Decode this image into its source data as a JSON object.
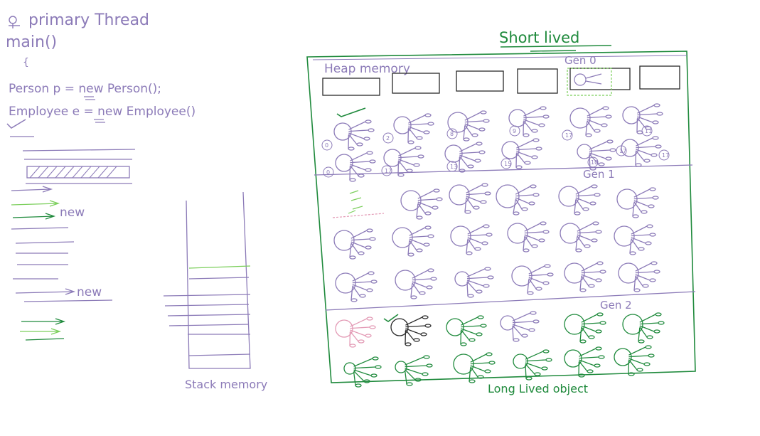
{
  "code_notes": {
    "thread_label": "primary Thread",
    "method_label": "main()",
    "brace": "{",
    "line1": "Person p = new Person();",
    "line2": "Employee e = new Employee()"
  },
  "annotations": {
    "new_label_1": "new",
    "new_label_2": "new"
  },
  "stack": {
    "label": "Stack memory"
  },
  "heap": {
    "label": "Heap memory",
    "short_lived": "Short lived",
    "long_lived": "Long Lived object",
    "gen0": "Gen 0",
    "gen1": "Gen 1",
    "gen2": "Gen 2"
  },
  "gen0_numbers": [
    "0",
    "2",
    "8",
    "9",
    "17",
    "11",
    "0",
    "17",
    "13",
    "15",
    "10",
    "17",
    "17"
  ],
  "colors": {
    "purple": "#8c7bb8",
    "green": "#1f8a3c",
    "light_green": "#7ccf5c",
    "pink": "#e39ab5",
    "black": "#2a2a2a"
  }
}
